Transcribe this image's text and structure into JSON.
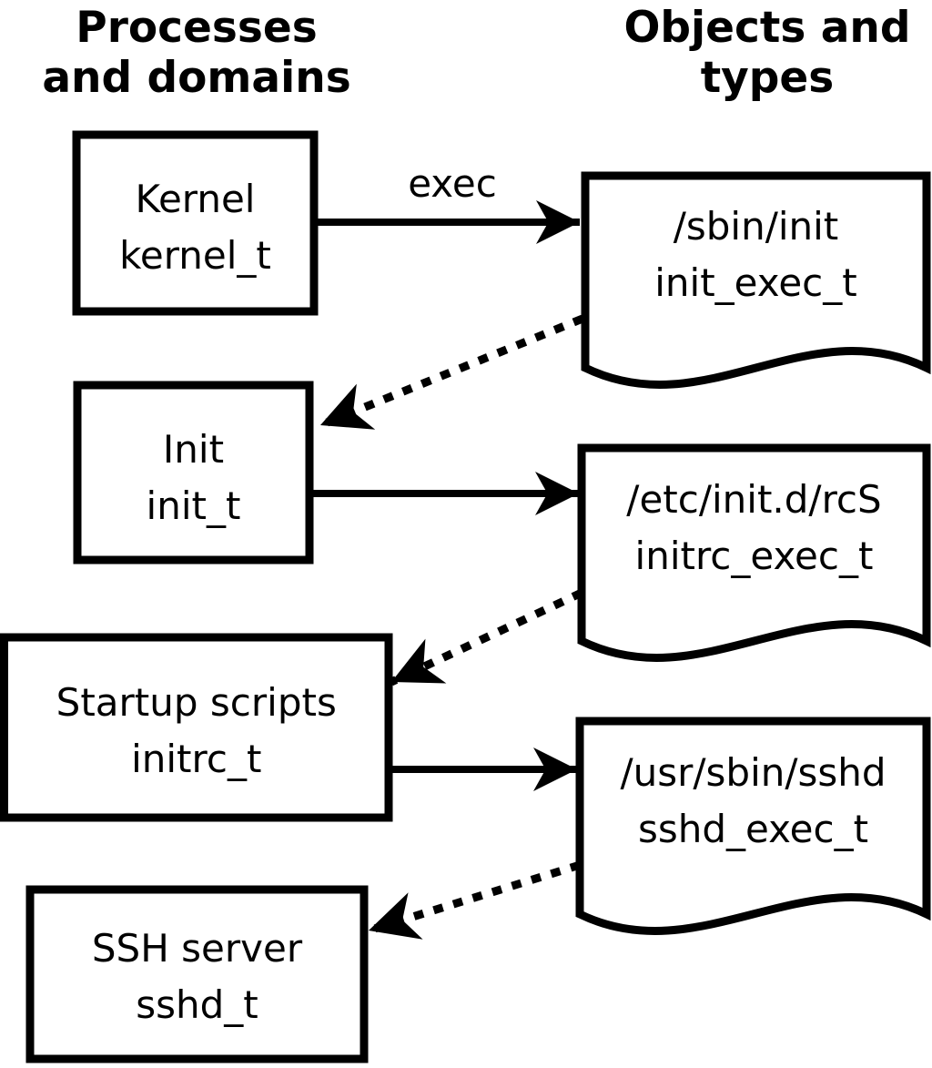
{
  "headings": {
    "left": {
      "line1": "Processes",
      "line2": "and domains"
    },
    "right": {
      "line1": "Objects and",
      "line2": "types"
    }
  },
  "processes": [
    {
      "label": "Kernel",
      "domain": "kernel_t"
    },
    {
      "label": "Init",
      "domain": "init_t"
    },
    {
      "label": "Startup scripts",
      "domain": "initrc_t"
    },
    {
      "label": "SSH server",
      "domain": "sshd_t"
    }
  ],
  "objects": [
    {
      "path": "/sbin/init",
      "type": "init_exec_t"
    },
    {
      "path": "/etc/init.d/rcS",
      "type": "initrc_exec_t"
    },
    {
      "path": "/usr/sbin/sshd",
      "type": "sshd_exec_t"
    }
  ],
  "edges": {
    "exec_label": "exec"
  },
  "colors": {
    "line": "#000000",
    "background": "#ffffff"
  }
}
